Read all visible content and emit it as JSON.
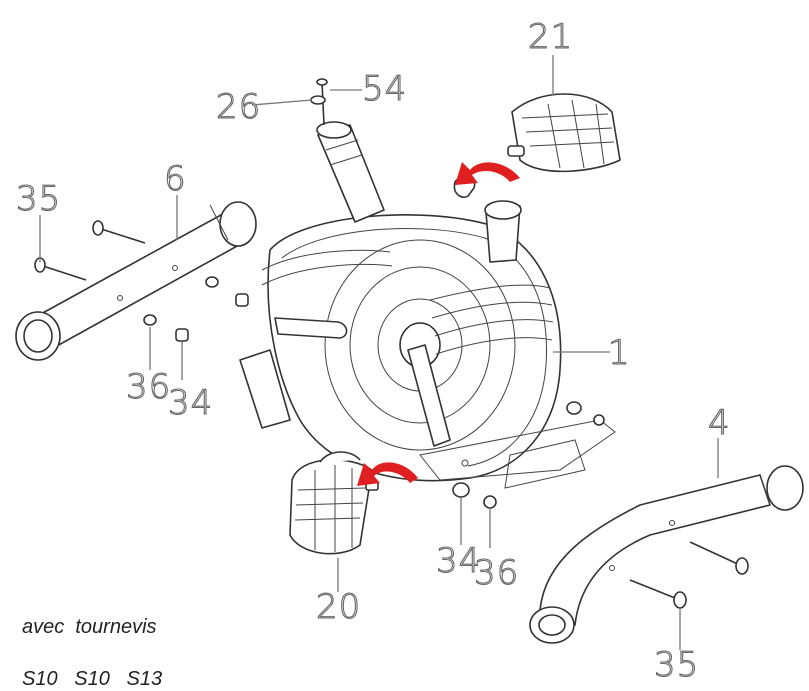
{
  "labels": {
    "l21": "21",
    "l26": "26",
    "l54": "54",
    "l35a": "35",
    "l6": "6",
    "l1": "1",
    "l36a": "36",
    "l34a": "34",
    "l4": "4",
    "l20": "20",
    "l34b": "34",
    "l36b": "36",
    "l35b": "35"
  },
  "notes": {
    "tool": "avec  tournevis",
    "sizes": "S10   S10   S13"
  },
  "colors": {
    "arrow": "#e02020",
    "line": "#333333",
    "label": "#666666"
  }
}
